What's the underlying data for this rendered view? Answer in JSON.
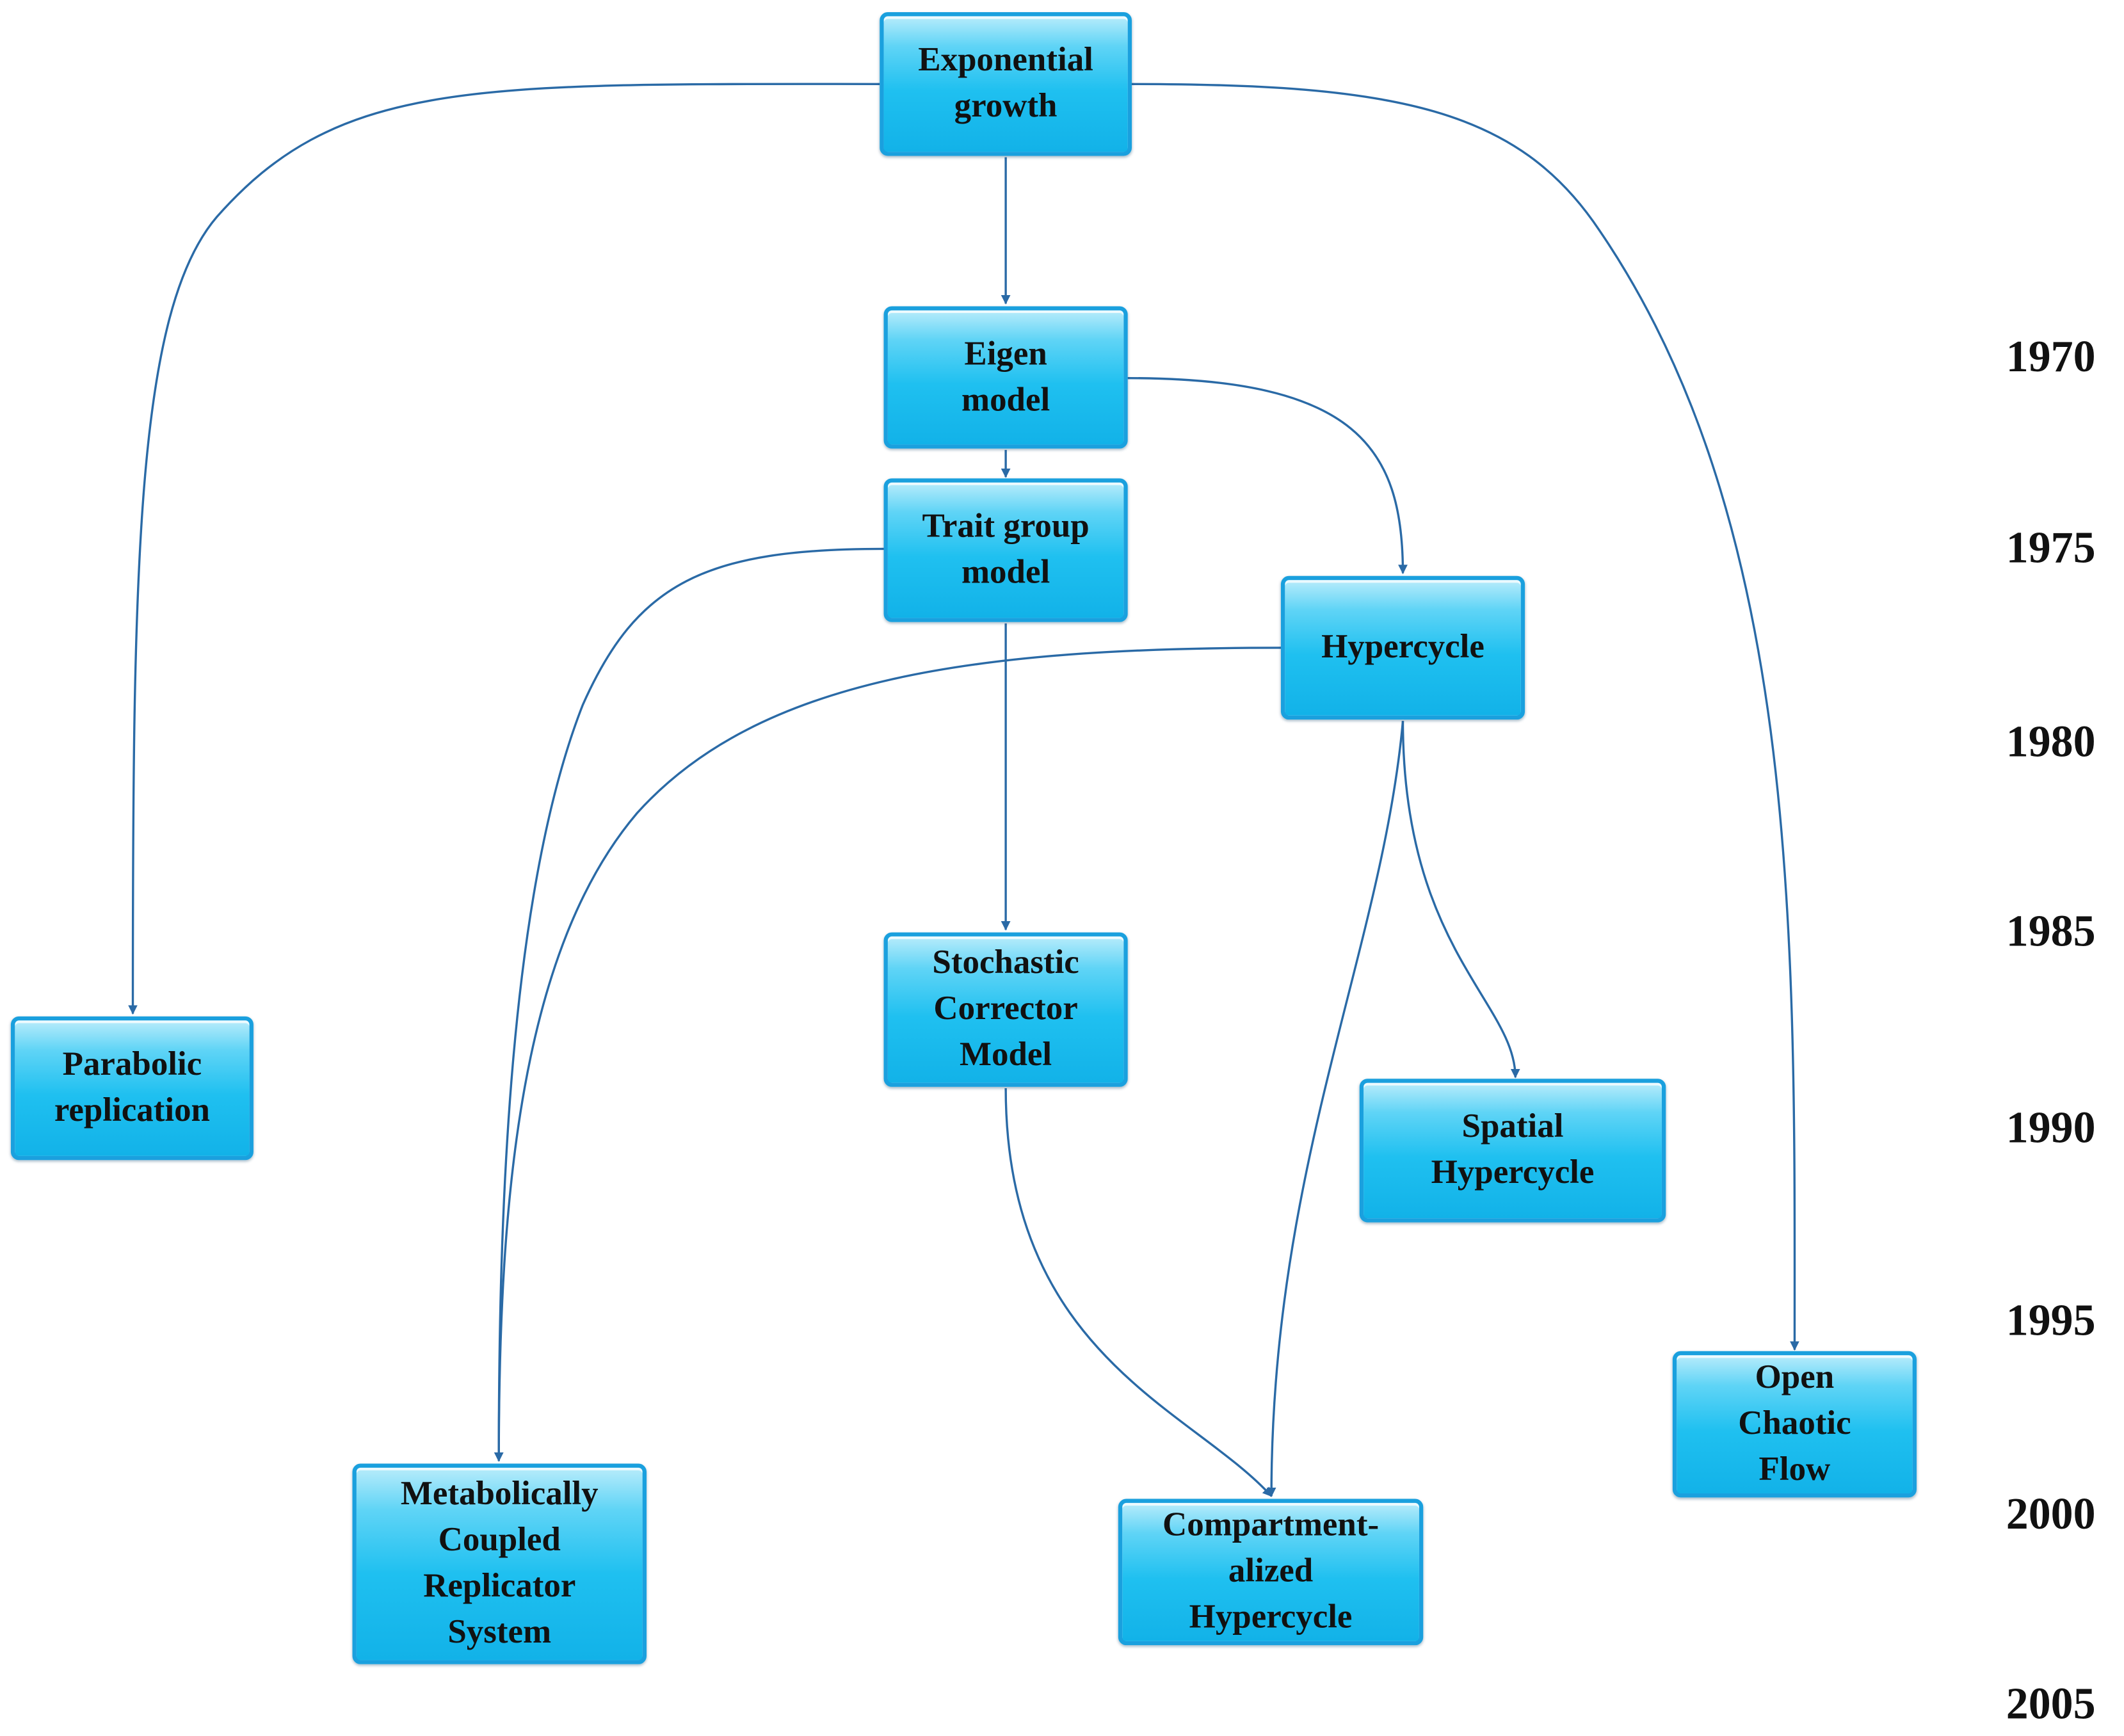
{
  "nodes": {
    "exponential": "Exponential\ngrowth",
    "eigen": "Eigen\nmodel",
    "trait_group": "Trait group\nmodel",
    "hypercycle": "Hypercycle",
    "stochastic_corrector": "Stochastic\nCorrector\nModel",
    "parabolic": "Parabolic\nreplication",
    "spatial_hypercycle": "Spatial\nHypercycle",
    "open_chaotic_flow": "Open\nChaotic\nFlow",
    "metabolically_coupled": "Metabolically\nCoupled\nReplicator\nSystem",
    "compartmentalized": "Compartment-\nalized\nHypercycle"
  },
  "timeline": {
    "years": [
      "1970",
      "1975",
      "1980",
      "1985",
      "1990",
      "1995",
      "2000",
      "2005"
    ]
  },
  "edges": [
    {
      "from": "Exponential growth",
      "to": "Eigen model"
    },
    {
      "from": "Exponential growth",
      "to": "Parabolic replication"
    },
    {
      "from": "Exponential growth",
      "to": "Open Chaotic Flow"
    },
    {
      "from": "Eigen model",
      "to": "Trait group model"
    },
    {
      "from": "Eigen model",
      "to": "Hypercycle"
    },
    {
      "from": "Trait group model",
      "to": "Stochastic Corrector Model"
    },
    {
      "from": "Trait group model",
      "to": "Metabolically Coupled Replicator System"
    },
    {
      "from": "Hypercycle",
      "to": "Metabolically Coupled Replicator System"
    },
    {
      "from": "Hypercycle",
      "to": "Spatial Hypercycle"
    },
    {
      "from": "Hypercycle",
      "to": "Compartment-alized Hypercycle"
    },
    {
      "from": "Stochastic Corrector Model",
      "to": "Compartment-alized Hypercycle"
    }
  ],
  "colors": {
    "node_fill": "#1fc0f0",
    "node_border": "#1aa0de",
    "edge": "#2a6aa6",
    "text": "#111111"
  }
}
